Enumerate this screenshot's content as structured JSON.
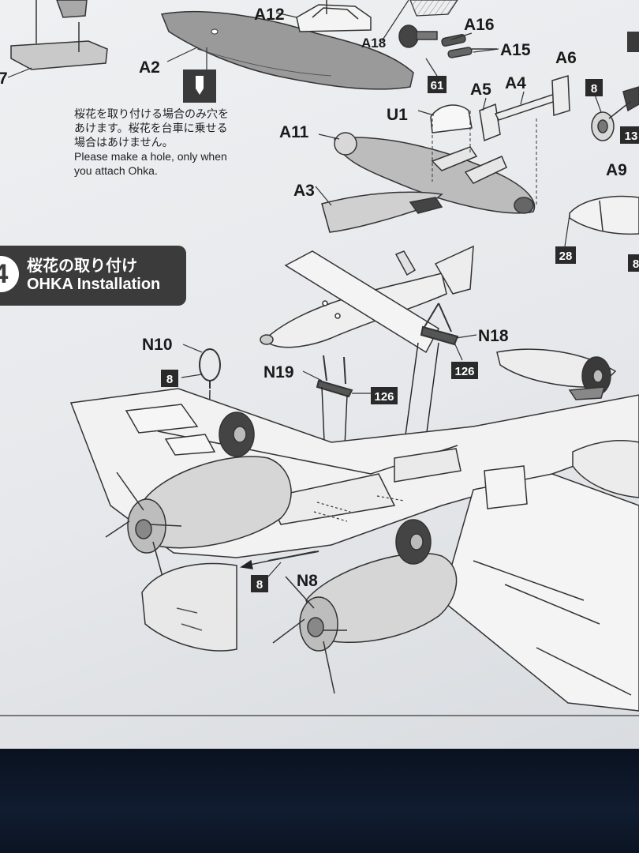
{
  "note": {
    "jp_line1": "桜花を取り付ける場合のみ穴を",
    "jp_line2": "あけます。桜花を台車に乗せる",
    "jp_line3": "場合はあけません。",
    "en_line1": "Please make a hole, only when",
    "en_line2": "you attach Ohka."
  },
  "step": {
    "number": "4",
    "title_jp": "桜花の取り付け",
    "title_en": "OHKA Installation"
  },
  "parts": {
    "a2": "A2",
    "a3": "A3",
    "a4": "A4",
    "a5": "A5",
    "a6": "A6",
    "a9": "A9",
    "a11": "A11",
    "a12": "A12",
    "a15": "A15",
    "a16": "A16",
    "a18": "A18",
    "u1": "U1",
    "n8": "N8",
    "n10": "N10",
    "n18": "N18",
    "n19": "N19",
    "left_edge_7": "7"
  },
  "codes": {
    "c61": "61",
    "c8_top": "8",
    "c13": "13",
    "c28": "28",
    "c8_right": "8",
    "c8_n10": "8",
    "c126_n19": "126",
    "c126_n18": "126",
    "c8_n8": "8"
  },
  "colors": {
    "sheet": "#e9ebee",
    "banner": "#3b3b3b",
    "ink": "#1a1a1a",
    "fabric": "#0c1524"
  }
}
